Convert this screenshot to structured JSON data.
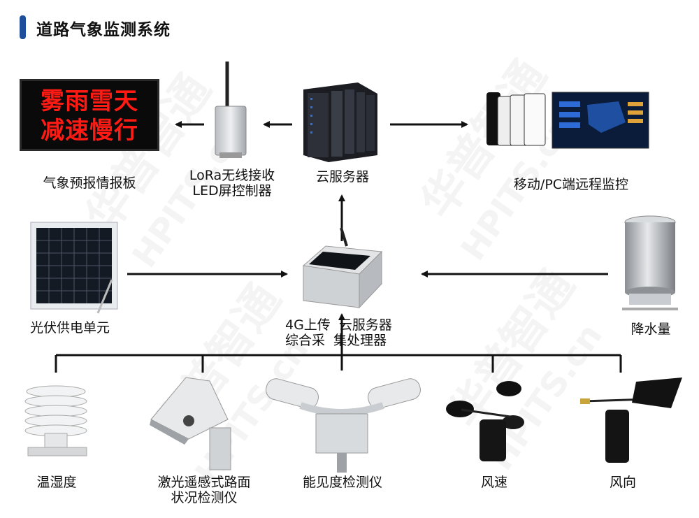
{
  "title": "道路气象监测系统",
  "led_board": {
    "line1": "雾雨雪天",
    "line2": "减速慢行"
  },
  "nodes": {
    "forecast_board": "气象预报情报板",
    "lora_receiver_line1": "LoRa无线接收",
    "lora_receiver_line2": "LED屏控制器",
    "cloud_server": "云服务器",
    "remote_monitor": "移动/PC端远程监控",
    "solar_unit": "光伏供电单元",
    "collector_line1": "4G上传  云服务器",
    "collector_line2": "综合采  集处理器",
    "rain_gauge": "降水量",
    "temp_humidity": "温湿度",
    "laser_road_line1": "激光遥感式路面",
    "laser_road_line2": "状况检测仪",
    "visibility": "能见度检测仪",
    "wind_speed": "风速",
    "wind_direction": "风向"
  },
  "watermark": {
    "brand_cn": "华普智通",
    "brand_en": "HPITS.cn"
  },
  "colors": {
    "title_accent": "#1f4e9a",
    "led_text": "#ff1a14",
    "arrow": "#111111"
  }
}
